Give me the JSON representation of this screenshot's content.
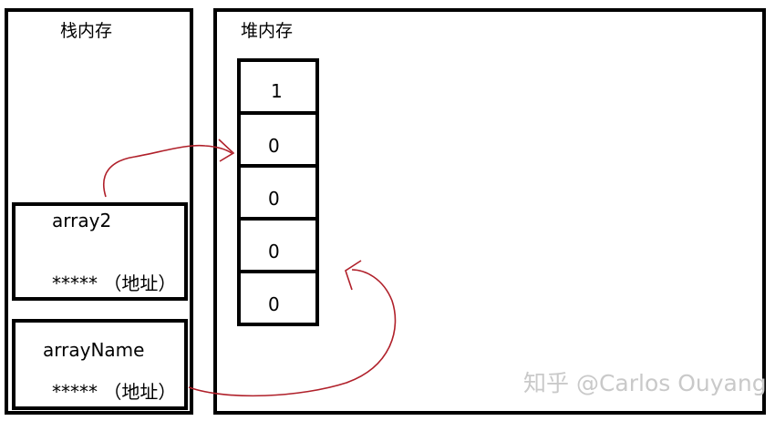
{
  "stack_memory": {
    "title": "栈内存",
    "variables": [
      {
        "name": "array2",
        "address": "***** （地址）"
      },
      {
        "name": "arrayName",
        "address": "***** （地址）"
      }
    ]
  },
  "heap_memory": {
    "title": "堆内存",
    "array_values": [
      "1",
      "0",
      "0",
      "0",
      "0"
    ]
  },
  "watermark": "知乎 @Carlos Ouyang",
  "colors": {
    "arrow": "#b0202a",
    "border": "#000000",
    "watermark": "#c9c9c9"
  }
}
